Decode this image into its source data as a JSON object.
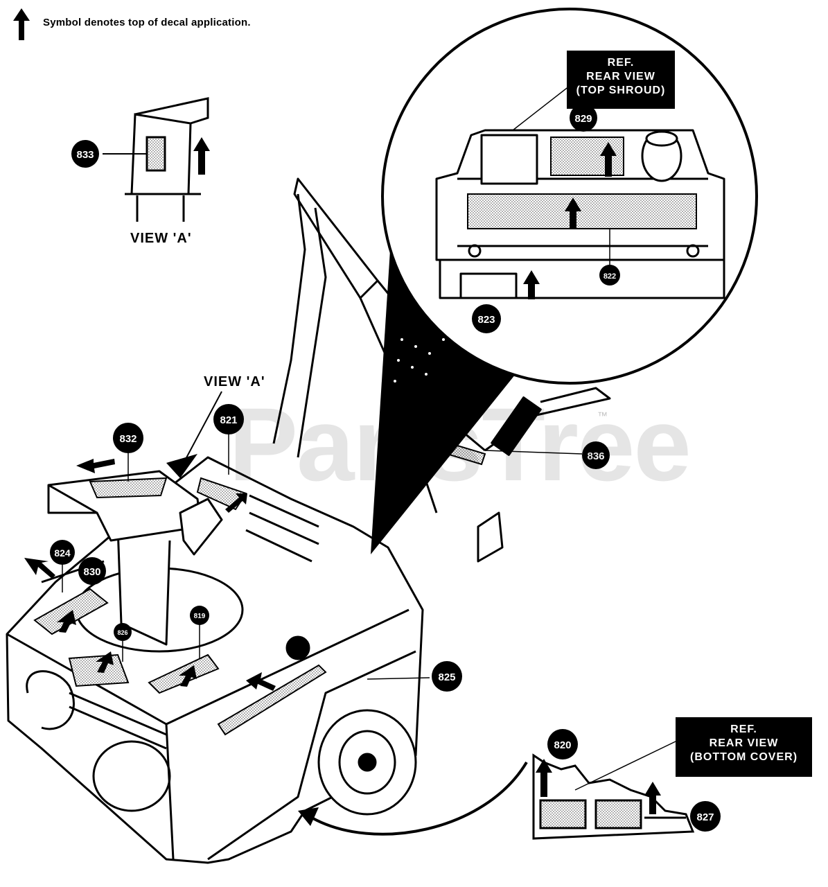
{
  "legend": {
    "text": "Symbol denotes top of decal application.",
    "icon": "up-arrow-icon"
  },
  "view_a_inset_label": "VIEW 'A'",
  "view_a_pointer_label": "VIEW 'A'",
  "ref_top": {
    "line1": "REF.",
    "line2": "REAR VIEW",
    "line3": "(TOP SHROUD)"
  },
  "ref_bottom": {
    "line1": "REF.",
    "line2": "REAR VIEW",
    "line3": "(BOTTOM COVER)"
  },
  "watermark": "PartsTree",
  "watermark_tm": "™",
  "callouts": {
    "c833": "833",
    "c829": "829",
    "c822": "822",
    "c823": "823",
    "c832": "832",
    "c821": "821",
    "c836": "836",
    "c824": "824",
    "c830": "830",
    "c826": "826",
    "c819": "819",
    "c825": "825",
    "c820": "820",
    "c827": "827"
  }
}
